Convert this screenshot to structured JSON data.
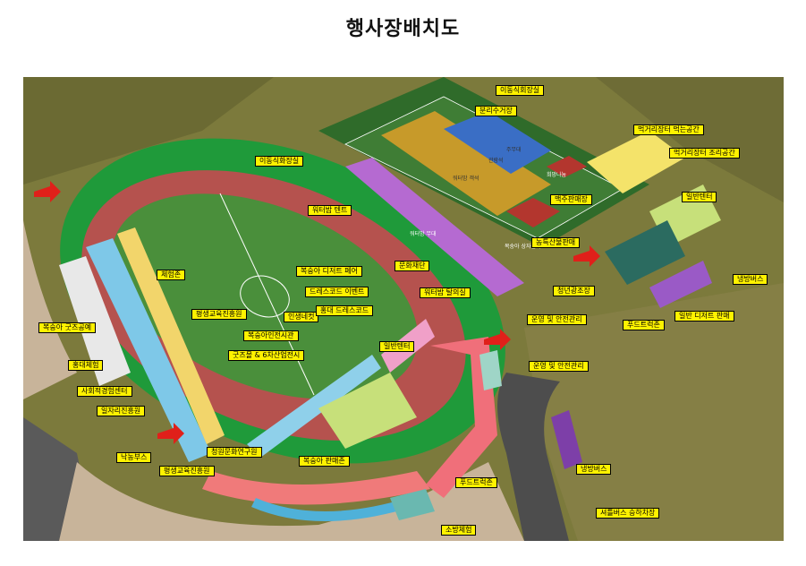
{
  "title": "행사장배치도",
  "labels": {
    "dining_hall": "이동식회장실",
    "water_station": "분리수거장",
    "mobile_restroom": "이동식화장실",
    "eating_space_a": "먹거리장터 먹는공간",
    "eating_space_b": "먹거리장터 조리공간",
    "general_tent_right": "일반텐터",
    "water_tent": "워터밤 텐트",
    "beer_sales": "맥주판매장",
    "local_goods": "농특산물판매",
    "culture_foundation": "문화재단",
    "youth_zone": "청년광조장",
    "cooling_bus_right": "냉방버스",
    "food_truck_zone": "푸드트럭존",
    "general_goods": "일반 디저트 판매",
    "experience_zone": "체험존",
    "boksunga_dessert": "복숭아 디저트 페어",
    "water_room": "워터밤 탈의실",
    "dress_event": "드레스코드 이벤트",
    "lifelong_edu": "평생교육진흥원",
    "bokseung_center": "인생네컷",
    "dress_code": "홍대 드레스코드",
    "ops_safety_1": "운영 및 안전관리",
    "boksunga_photo": "복숭아인전시관",
    "general_tent": "일반텐터",
    "boksunga_coffee": "복숭아 굿즈공예",
    "hongdae_exp": "홍대체험",
    "goods_display": "굿즈몰 & 6차산업전시",
    "social_edu": "사회적경험센터",
    "ops_safety_2": "운영 및 안전관리",
    "job_center": "일자리진흥원",
    "agri_booth": "낙농부스",
    "health_center": "청원문화연구원",
    "lifelong_edu_2": "평생교육진흥원",
    "boksunga_sales": "복숭아 판매존",
    "cooling_bus_bottom": "냉방버스",
    "food_truck": "푸드트럭존",
    "shuttle_bus": "셔틀버스 승하차장",
    "fire_experience": "소방체험"
  },
  "zone_text": {
    "stage": "주무대",
    "pool_area": "워터밤 객석",
    "main_seats": "관람석",
    "seating_area": "희망나눔",
    "water_stage": "워터밤 무대",
    "peach_market": "복숭아 상자놀이"
  },
  "colors": {
    "title_bg": "#ffffff",
    "label_bg": "#fff200",
    "grass": "#2e8b2e",
    "track": "#b5524e",
    "field": "#4a8f3b",
    "ground": "#7c7a3c",
    "arrow": "#e0201a"
  }
}
